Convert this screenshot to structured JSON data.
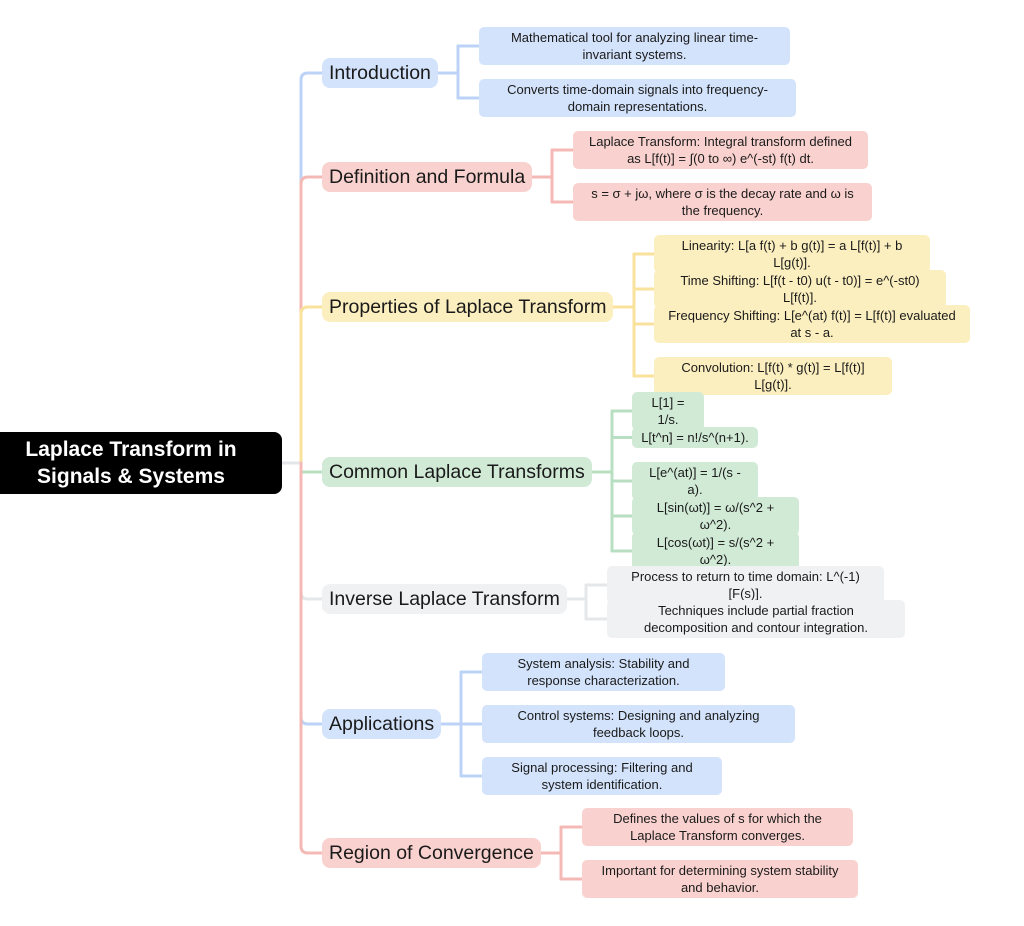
{
  "root": {
    "title": "Laplace Transform in Signals & Systems"
  },
  "colors": {
    "blue": {
      "fill": "#d3e3fb",
      "line": "#bcd3f7"
    },
    "red": {
      "fill": "#f9d2cf",
      "line": "#f4b9b4"
    },
    "yellow": {
      "fill": "#fcefbf",
      "line": "#f8e29c"
    },
    "green": {
      "fill": "#d1ead6",
      "line": "#b8dfc1"
    },
    "gray": {
      "fill": "#f0f1f2",
      "line": "#e6e7e8"
    }
  },
  "branches": [
    {
      "label": "Introduction",
      "color": "blue",
      "leaves": [
        "Mathematical tool for analyzing linear time-invariant systems.",
        "Converts time-domain signals into frequency-domain representations."
      ]
    },
    {
      "label": "Definition and Formula",
      "color": "red",
      "leaves": [
        "Laplace Transform: Integral transform defined as L[f(t)] = ∫(0 to ∞) e^(-st) f(t) dt.",
        "s = σ + jω, where σ is the decay rate and ω is the frequency."
      ]
    },
    {
      "label": "Properties of Laplace Transform",
      "color": "yellow",
      "leaves": [
        "Linearity: L[a f(t) + b g(t)] = a L[f(t)] + b L[g(t)].",
        "Time Shifting: L[f(t - t0) u(t - t0)] = e^(-st0) L[f(t)].",
        "Frequency Shifting: L[e^(at) f(t)] = L[f(t)] evaluated at s - a.",
        "Convolution: L[f(t) * g(t)] = L[f(t)] L[g(t)]."
      ]
    },
    {
      "label": "Common Laplace Transforms",
      "color": "green",
      "leaves": [
        "L[1] = 1/s.",
        "L[t^n] = n!/s^(n+1).",
        "L[e^(at)] = 1/(s - a).",
        "L[sin(ωt)] = ω/(s^2 + ω^2).",
        "L[cos(ωt)] = s/(s^2 + ω^2)."
      ]
    },
    {
      "label": "Inverse Laplace Transform",
      "color": "gray",
      "leaves": [
        "Process to return to time domain: L^(-1)[F(s)].",
        "Techniques include partial fraction decomposition and contour integration."
      ]
    },
    {
      "label": "Applications",
      "color": "blue",
      "leaves": [
        "System analysis: Stability and response characterization.",
        "Control systems: Designing and analyzing feedback loops.",
        "Signal processing: Filtering and system identification."
      ]
    },
    {
      "label": "Region of Convergence",
      "color": "red",
      "leaves": [
        "Defines the values of s for which the Laplace Transform converges.",
        "Important for determining system stability and behavior."
      ]
    }
  ]
}
